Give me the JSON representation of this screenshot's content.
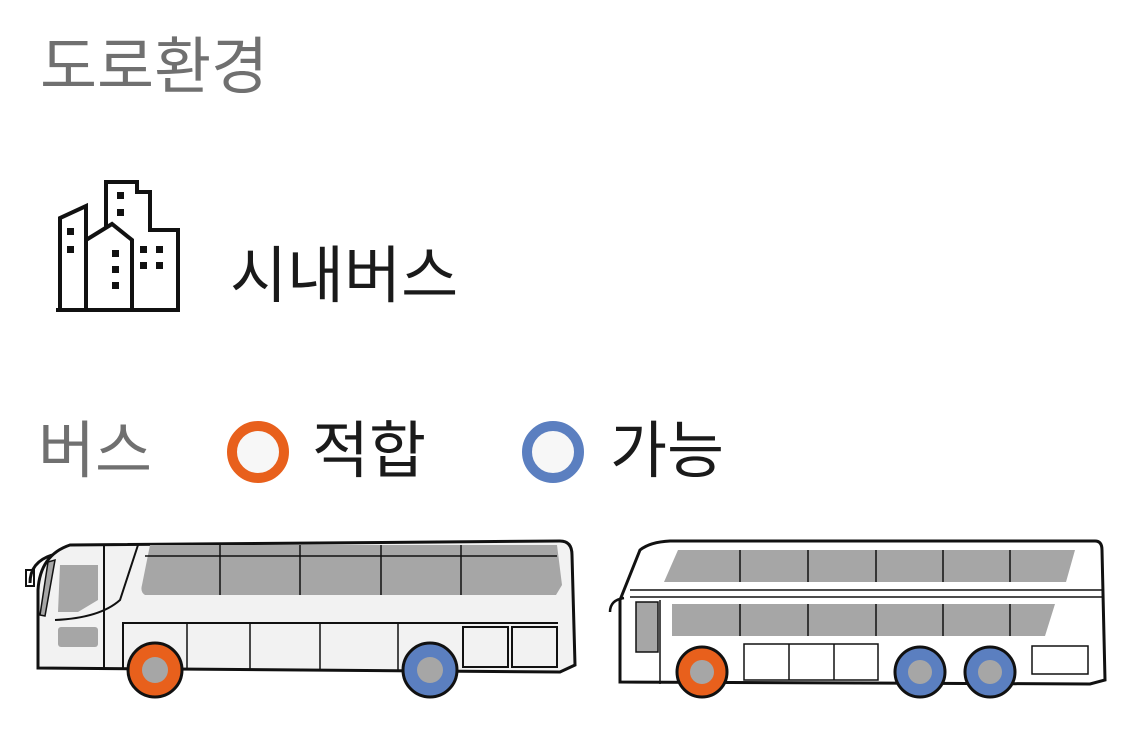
{
  "header": {
    "title": "도로환경"
  },
  "environment": {
    "icon": "city-buildings-icon",
    "label": "시내버스"
  },
  "legend": {
    "bus_label": "버스",
    "items": [
      {
        "label": "적합",
        "color": "#E8601C"
      },
      {
        "label": "가능",
        "color": "#5B7FC0"
      }
    ]
  },
  "buses": [
    {
      "type": "single-deck-coach",
      "wheels": [
        "적합",
        "가능"
      ]
    },
    {
      "type": "double-deck-coach",
      "wheels": [
        "적합",
        "가능",
        "가능"
      ]
    }
  ]
}
